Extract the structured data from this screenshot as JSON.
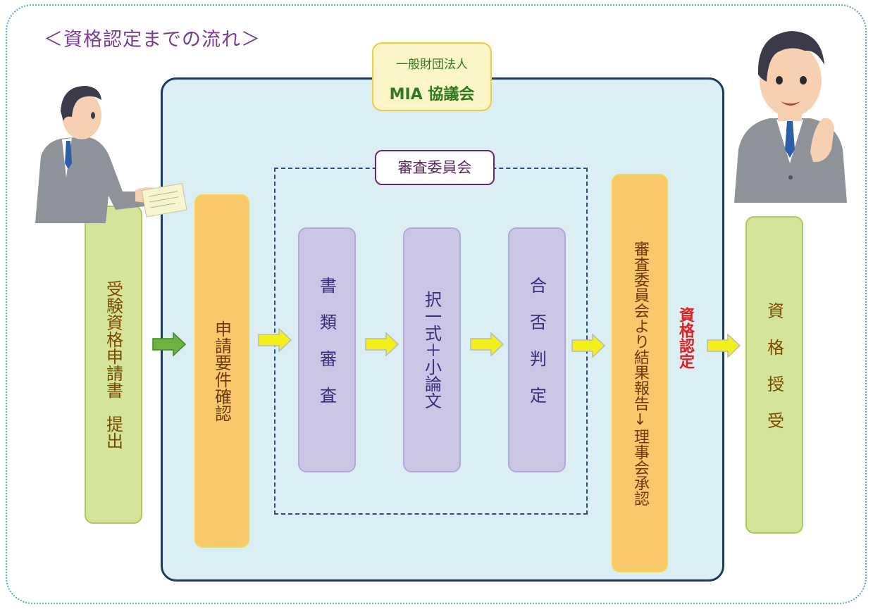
{
  "title": "＜資格認定までの流れ＞",
  "organization": {
    "line1": "一般財団法人",
    "line2": "MIA 協議会"
  },
  "committee": {
    "label": "審査委員会"
  },
  "steps": {
    "submit": "受験資格申請書　提出",
    "requirements_check": "申請要件確認",
    "document_review": "書類審査",
    "exam": "択一式＋小論文",
    "pass_fail": "合否判定",
    "report": "審査委員会より結果報告↓理事会承認",
    "qualification_cert": "資格認定",
    "award": "資格授受"
  },
  "colors": {
    "step_green": "#d4e49a",
    "step_orange": "#f9c86b",
    "step_purple": "#cbc6e6",
    "panel_blue": "#daeef3",
    "arrow_yellow": "#f3ef1b",
    "arrow_green": "#6db33f",
    "cert_red": "#e02020"
  },
  "icons": {
    "person_left": "businessman-handing-document",
    "person_right": "businessman-thinking"
  }
}
